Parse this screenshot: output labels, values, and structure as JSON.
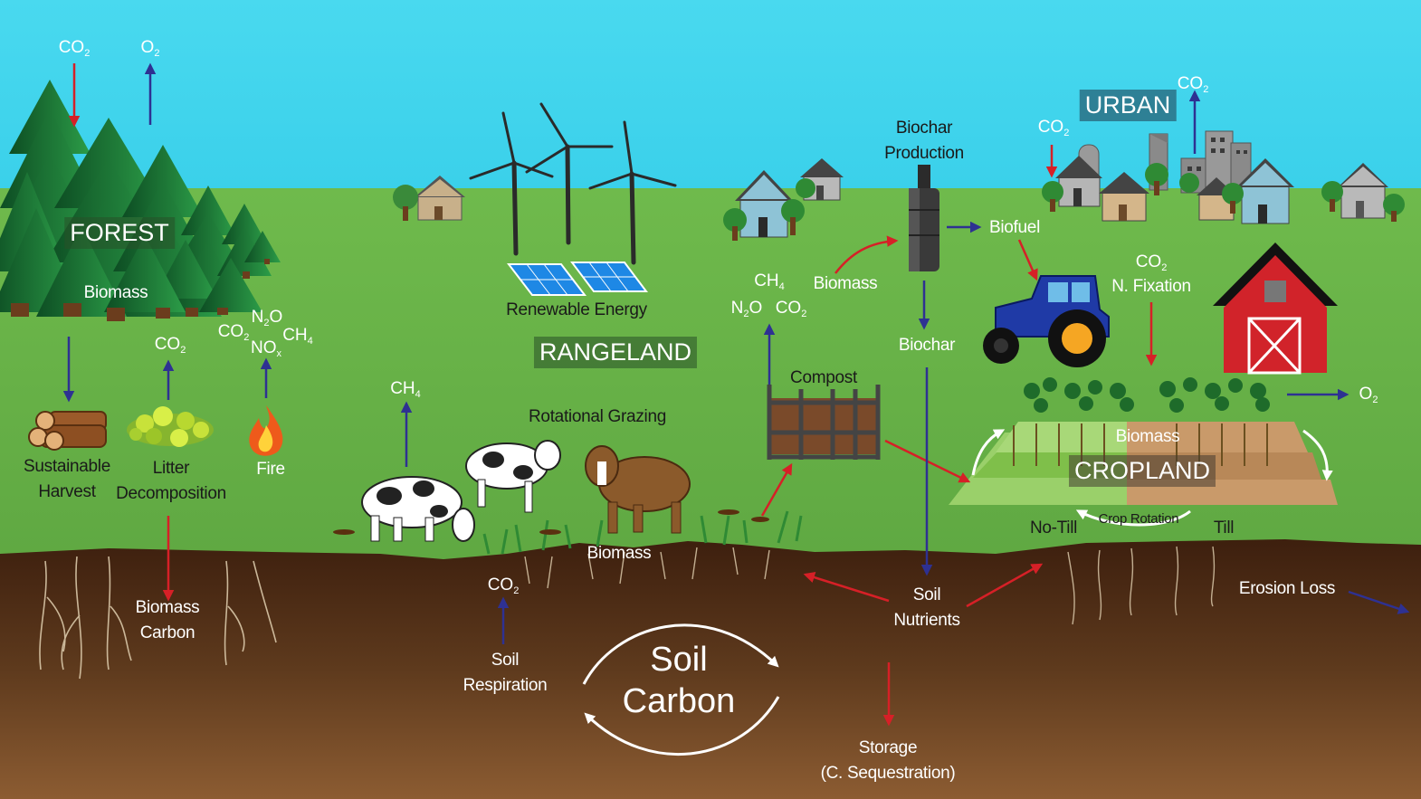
{
  "regions": {
    "forest": "FOREST",
    "rangeland": "RANGELAND",
    "urban": "URBAN",
    "cropland": "CROPLAND"
  },
  "labels": {
    "forest_biomass": "Biomass",
    "sustainable_harvest": "Sustainable\nHarvest",
    "litter_decomposition": "Litter\nDecomposition",
    "fire": "Fire",
    "biomass_carbon": "Biomass\nCarbon",
    "renewable_energy": "Renewable Energy",
    "rotational_grazing": "Rotational Grazing",
    "range_biomass": "Biomass",
    "soil_respiration": "Soil\nRespiration",
    "compost": "Compost",
    "compost_biomass": "Biomass",
    "biochar_production": "Biochar\nProduction",
    "biofuel": "Biofuel",
    "biochar": "Biochar",
    "n_fixation": "N. Fixation",
    "crop_biomass": "Biomass",
    "no_till": "No-Till",
    "crop_rotation": "Crop Rotation",
    "till": "Till",
    "soil_nutrients": "Soil\nNutrients",
    "erosion_loss": "Erosion Loss",
    "storage": "Storage\n(C. Sequestration)",
    "soil_carbon": "Soil\nCarbon"
  },
  "gases": {
    "forest_in": {
      "base": "CO",
      "sub": "2"
    },
    "forest_out": {
      "base": "O",
      "sub": "2"
    },
    "litter": {
      "base": "CO",
      "sub": "2"
    },
    "fire_co2": {
      "base": "CO",
      "sub": "2"
    },
    "fire_n2o": {
      "base": "N",
      "sub": "2",
      "tail": "O"
    },
    "fire_ch4": {
      "base": "CH",
      "sub": "4"
    },
    "fire_nox": {
      "base": "NO",
      "sub": "x"
    },
    "cow_ch4": {
      "base": "CH",
      "sub": "4"
    },
    "soil_co2": {
      "base": "CO",
      "sub": "2"
    },
    "compost_ch4": {
      "base": "CH",
      "sub": "4"
    },
    "compost_n2o": {
      "base": "N",
      "sub": "2",
      "tail": "O"
    },
    "compost_co2": {
      "base": "CO",
      "sub": "2"
    },
    "urban_in": {
      "base": "CO",
      "sub": "2"
    },
    "urban_out": {
      "base": "CO",
      "sub": "2"
    },
    "crop_co2": {
      "base": "CO",
      "sub": "2"
    },
    "crop_o2": {
      "base": "O",
      "sub": "2"
    }
  },
  "colors": {
    "sky_top": "#4fdcf0",
    "grass": "#6ab54a",
    "soil_top": "#3f2010",
    "soil_bottom": "#8a5a30",
    "arrow_red": "#d62027",
    "arrow_blue": "#2e3192",
    "barn_red": "#d1232a",
    "tractor_blue": "#1f3aa6"
  }
}
